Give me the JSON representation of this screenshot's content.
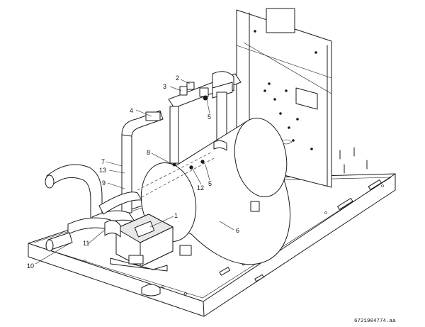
{
  "callouts": [
    {
      "id": "c1",
      "label": "1"
    },
    {
      "id": "c2",
      "label": "2"
    },
    {
      "id": "c3",
      "label": "3"
    },
    {
      "id": "c4",
      "label": "4"
    },
    {
      "id": "c5a",
      "label": "5"
    },
    {
      "id": "c5b",
      "label": "5"
    },
    {
      "id": "c6",
      "label": "6"
    },
    {
      "id": "c7",
      "label": "7"
    },
    {
      "id": "c8",
      "label": "8"
    },
    {
      "id": "c9",
      "label": "9"
    },
    {
      "id": "c10",
      "label": "10"
    },
    {
      "id": "c11",
      "label": "11"
    },
    {
      "id": "c12",
      "label": "12"
    },
    {
      "id": "c13",
      "label": "13"
    }
  ],
  "document_id": "6721904774.aa"
}
